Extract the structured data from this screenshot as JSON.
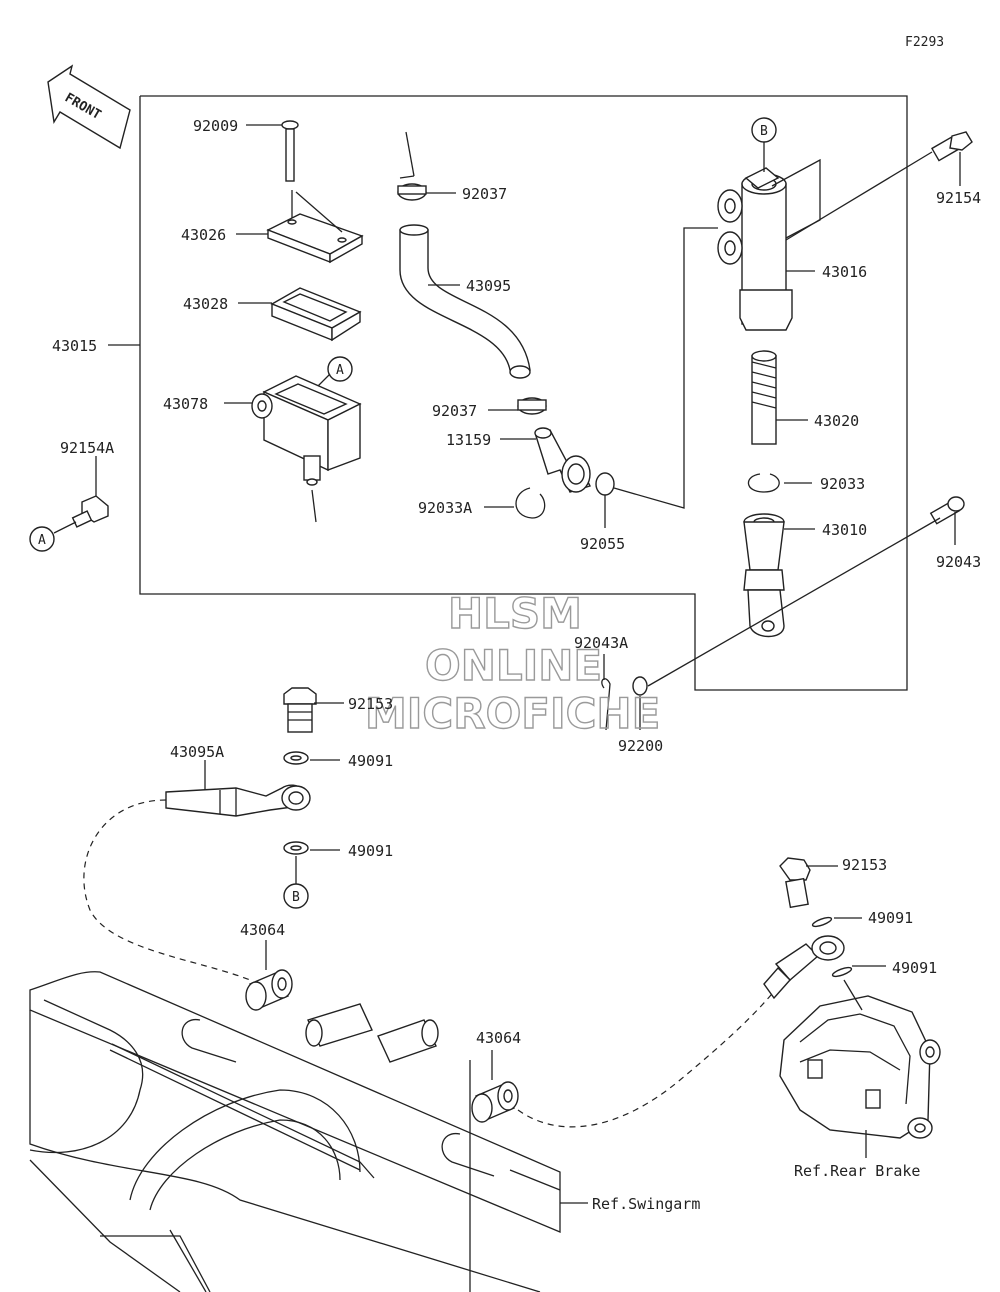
{
  "diagram_code": "F2293",
  "front_label": "FRONT",
  "watermark": {
    "line1": "HLSM",
    "line2": "ONLINE",
    "line3": "MICROFICHE"
  },
  "refs": {
    "a": "A",
    "b": "B"
  },
  "parts": {
    "p92009": "92009",
    "p43026": "43026",
    "p43028": "43028",
    "p43015": "43015",
    "p43078": "43078",
    "p92154A": "92154A",
    "p92037_top": "92037",
    "p43095": "43095",
    "p92037_mid": "92037",
    "p13159": "13159",
    "p92033A": "92033A",
    "p92055": "92055",
    "p43016": "43016",
    "p92154": "92154",
    "p43020": "43020",
    "p92033": "92033",
    "p43010": "43010",
    "p92043": "92043",
    "p92043A": "92043A",
    "p92200": "92200",
    "p92153_top": "92153",
    "p49091_a": "49091",
    "p43095A": "43095A",
    "p49091_b": "49091",
    "p43064_a": "43064",
    "p43064_b": "43064",
    "p92153_bot": "92153",
    "p49091_c": "49091",
    "p49091_d": "49091",
    "ref_rear_brake": "Ref.Rear Brake",
    "ref_swingarm": "Ref.Swingarm"
  }
}
